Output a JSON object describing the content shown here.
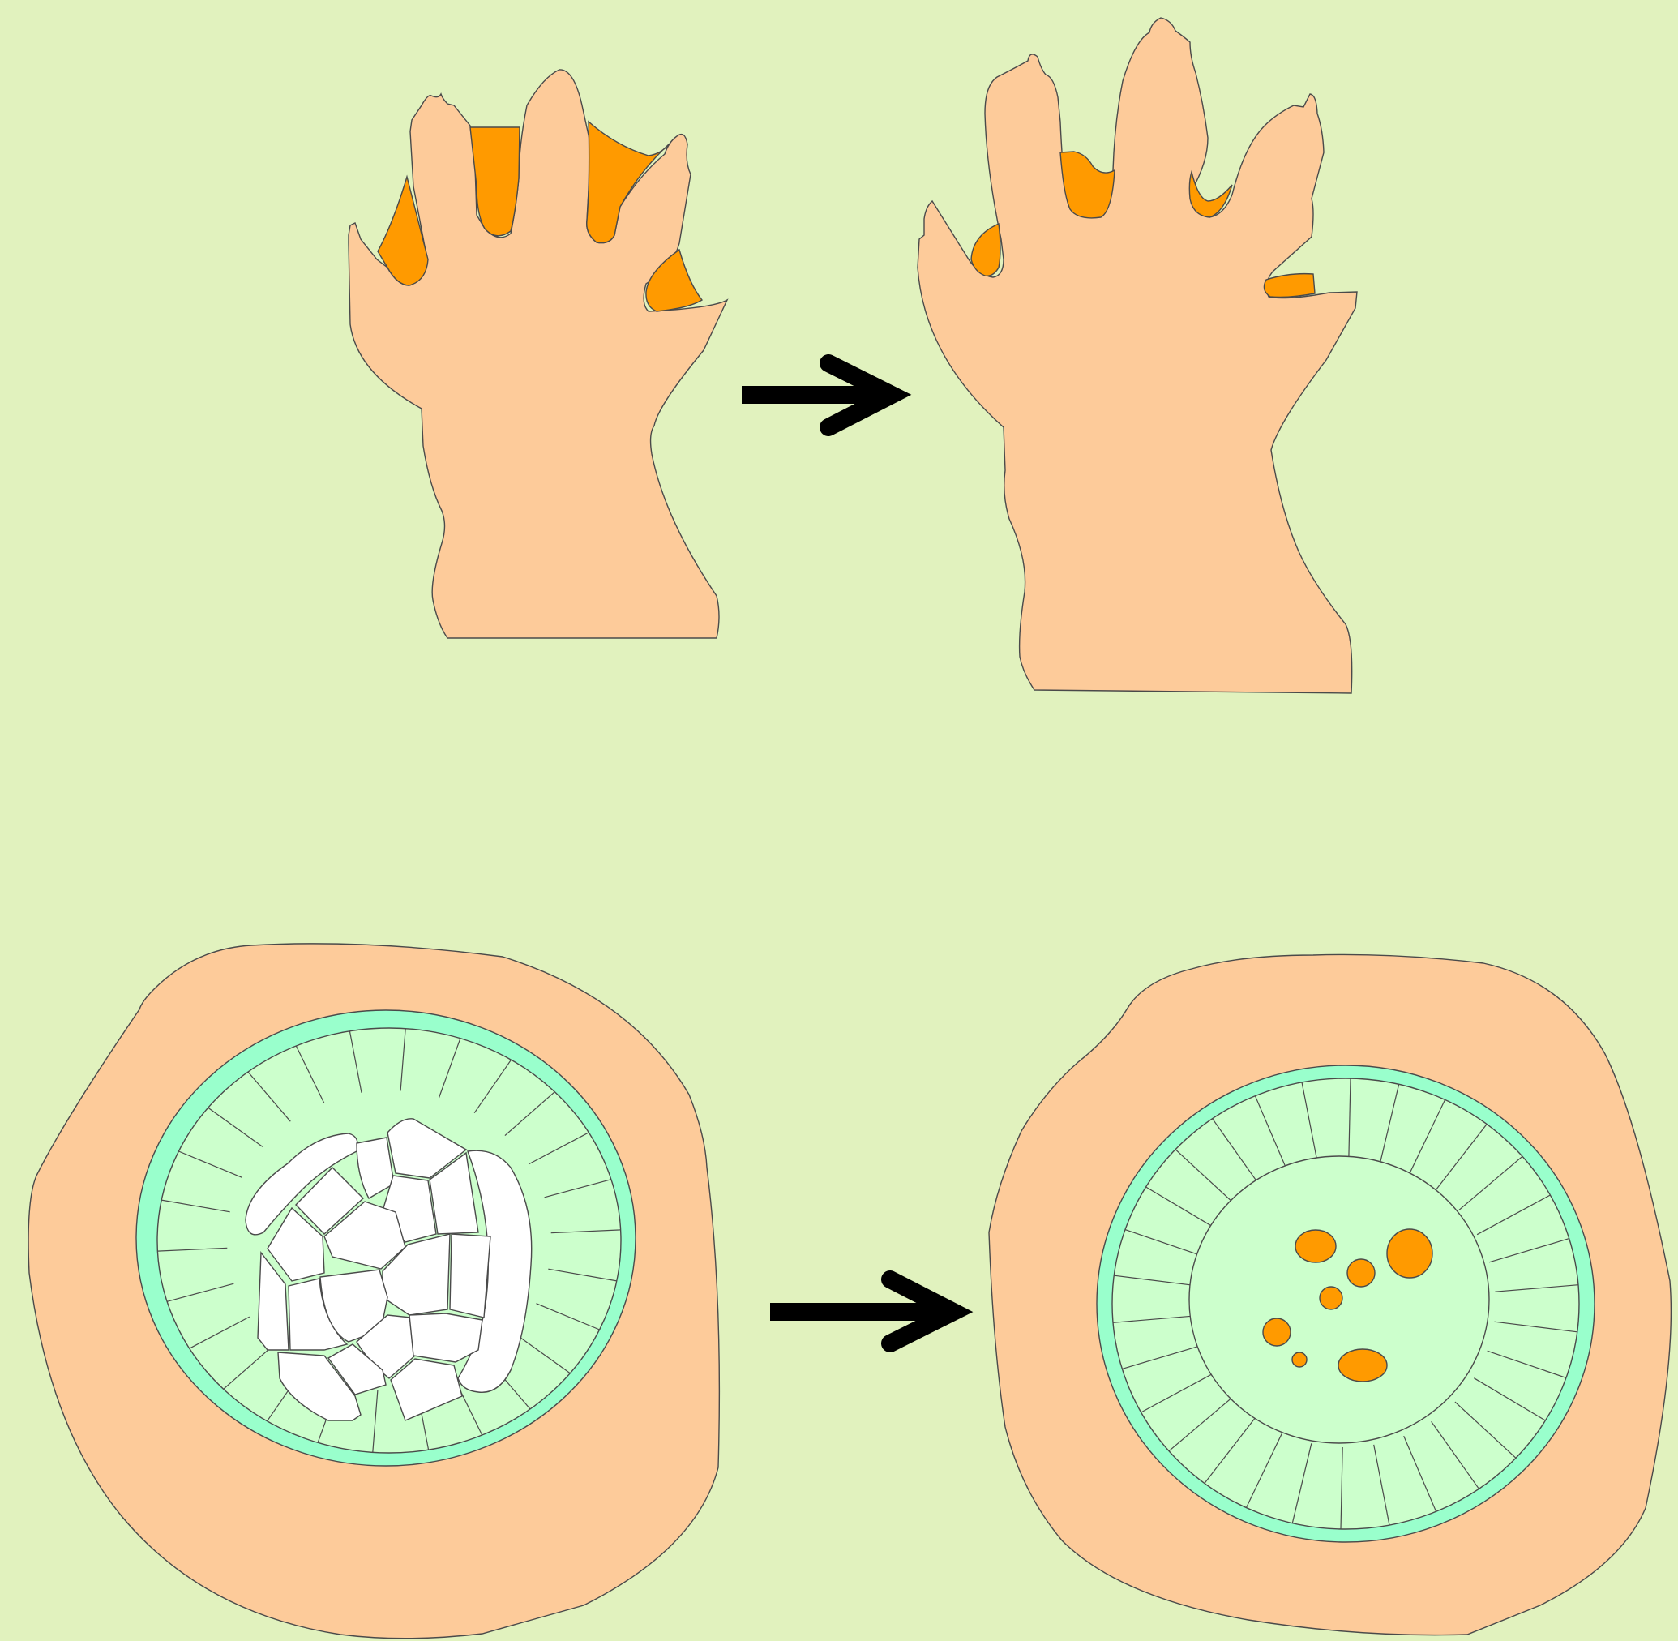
{
  "colors": {
    "background": "#e1f2be",
    "skin": "#fdcb9a",
    "webbing": "#ff9a00",
    "ring_outer": "#99ffcc",
    "ring_inner": "#ccffcc",
    "cells": "#ffffff",
    "arrow": "#000000",
    "outline": "#4a4a4a"
  },
  "panels": [
    {
      "id": "webbed-hand",
      "icon": "hand-with-webbing"
    },
    {
      "id": "separated-hand",
      "icon": "hand-with-separated-digits"
    },
    {
      "id": "cross-section-before",
      "icon": "cross-section-with-cells"
    },
    {
      "id": "cross-section-after",
      "icon": "cross-section-with-vesicles"
    }
  ],
  "arrows": [
    {
      "id": "top-arrow",
      "icon": "right-arrow"
    },
    {
      "id": "bottom-arrow",
      "icon": "right-arrow"
    }
  ]
}
